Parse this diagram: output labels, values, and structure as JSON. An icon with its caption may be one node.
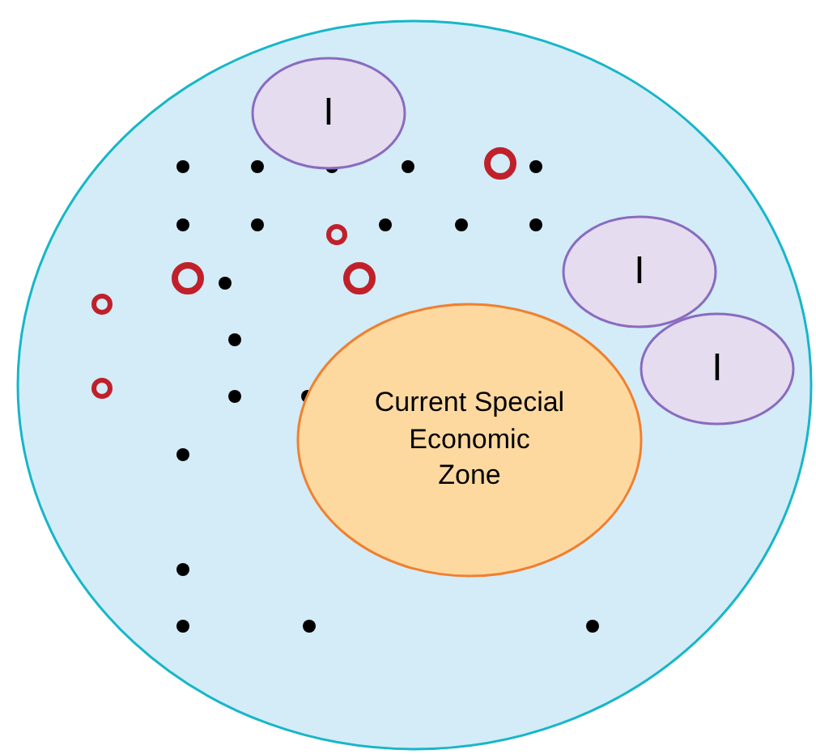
{
  "diagram": {
    "nodes": [
      {
        "text": [],
        "shape": "circle"
      },
      {
        "text": [
          "I"
        ],
        "in": 0
      },
      {
        "text": [
          "I"
        ],
        "in": 0
      },
      {
        "text": [
          "I"
        ],
        "in": 0
      },
      {
        "text": [
          "Current Special Economic Zone"
        ],
        "in": 0
      }
    ]
  }
}
